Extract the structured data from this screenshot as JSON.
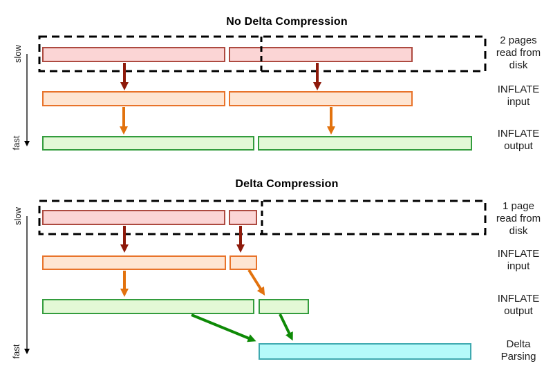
{
  "sections": [
    {
      "title": "No Delta Compression",
      "axis": {
        "top": "slow",
        "bottom": "fast"
      },
      "labels": {
        "disk": "2 pages\nread from\ndisk",
        "inflate_input": "INFLATE\ninput",
        "inflate_output": "INFLATE\noutput"
      }
    },
    {
      "title": "Delta Compression",
      "axis": {
        "top": "slow",
        "bottom": "fast"
      },
      "labels": {
        "disk": "1 page\nread from\ndisk",
        "inflate_input": "INFLATE\ninput",
        "inflate_output": "INFLATE\noutput",
        "delta_parsing": "Delta\nParsing"
      }
    }
  ],
  "colors": {
    "page_fill": "#FBD5D5",
    "page_stroke": "#AD4A40",
    "inflate_input_fill": "#FEE5D2",
    "inflate_input_stroke": "#E8732A",
    "inflate_output_fill": "#E3F8D6",
    "inflate_output_stroke": "#339C3D",
    "delta_fill": "#B5FAFA",
    "delta_stroke": "#3FAAB0",
    "arrow_read": "#8E1A0B",
    "arrow_inflate": "#E2720E",
    "arrow_delta": "#0E8A06",
    "dashed_box": "#000000",
    "axis_line": "#000000",
    "label_text": "#1A1A1A",
    "title_text": "#000000"
  }
}
